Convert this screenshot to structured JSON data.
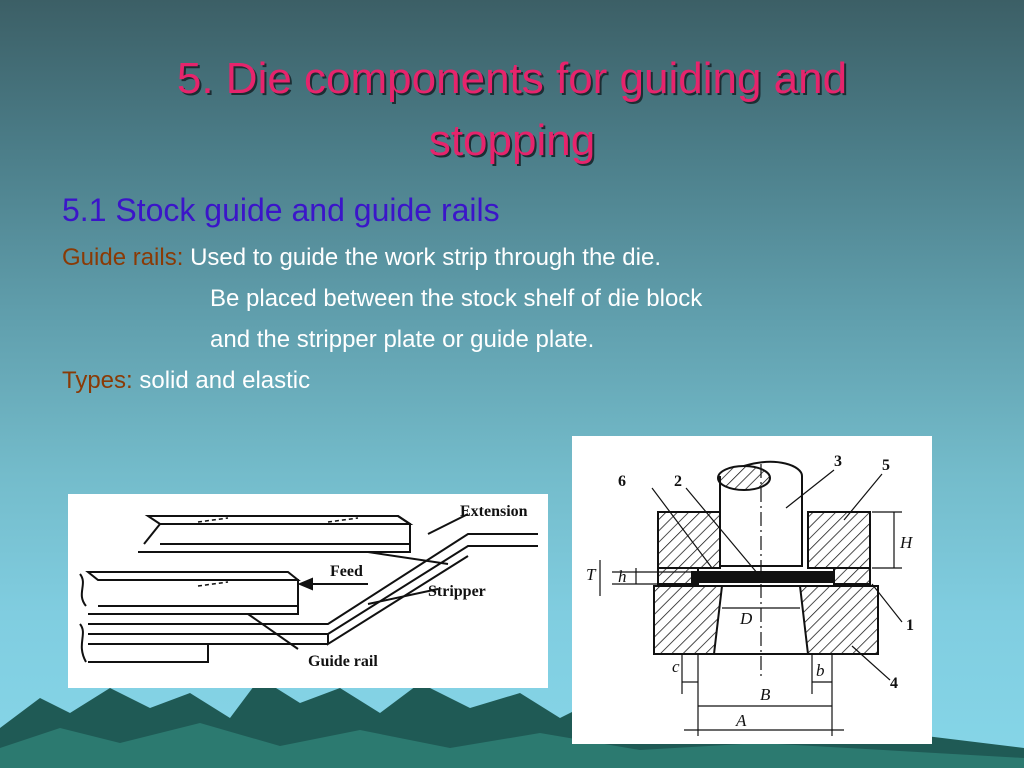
{
  "slide": {
    "title": "5. Die components for guiding and stopping",
    "subtitle": "5.1 Stock guide and guide rails",
    "guide_rails_label": "Guide rails:",
    "guide_rails_line1": "Used to guide the work strip through the die.",
    "guide_rails_line2": "Be placed between the stock shelf of die block",
    "guide_rails_line3": "and the stripper plate or guide plate.",
    "types_label": "Types:",
    "types_text": "solid and elastic"
  },
  "left_figure": {
    "labels": {
      "extension": "Extension",
      "feed": "Feed",
      "stripper": "Stripper",
      "guide_rail": "Guide rail"
    }
  },
  "right_figure": {
    "labels": {
      "n1": "1",
      "n2": "2",
      "n3": "3",
      "n4": "4",
      "n5": "5",
      "n6": "6",
      "T": "T",
      "h": "h",
      "H": "H",
      "D": "D",
      "c": "c",
      "b": "b",
      "B": "B",
      "A": "A"
    }
  },
  "colors": {
    "title": "#e6246c",
    "subtitle": "#3b15c9",
    "label": "#8a3a05",
    "body_text": "#ffffff"
  }
}
